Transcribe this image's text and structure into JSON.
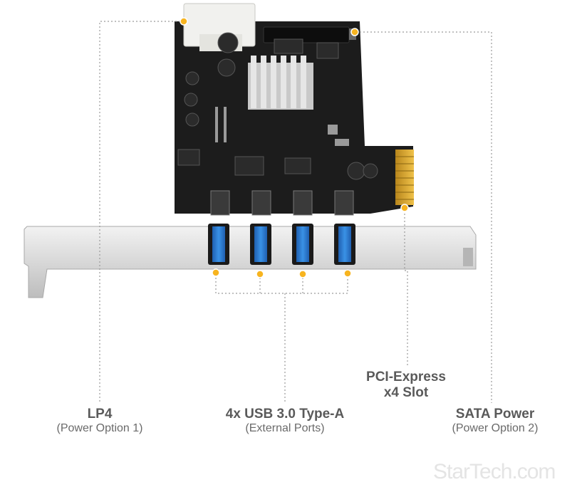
{
  "callouts": {
    "lp4": {
      "title": "LP4",
      "subtitle": "(Power Option 1)"
    },
    "usb": {
      "title": "4x USB 3.0 Type-A",
      "subtitle": "(External Ports)"
    },
    "pcie": {
      "line1": "PCI-Express",
      "line2": "x4 Slot"
    },
    "sata": {
      "title": "SATA Power",
      "subtitle": "(Power Option 2)"
    }
  },
  "watermark": "StarTech.com",
  "colors": {
    "pcb": "#1c1c1c",
    "bracket": "#d9d9d9",
    "usb_blue": "#2d7fd6",
    "gold": "#d8a52a",
    "callout_dot": "#f7b420",
    "leader_line": "#9a9a9a"
  }
}
